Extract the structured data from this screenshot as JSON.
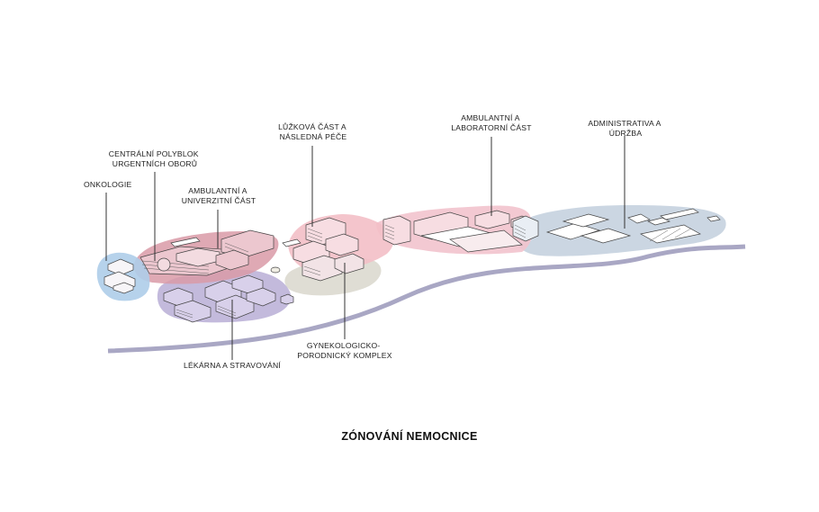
{
  "title": "ZÓNOVÁNÍ NEMOCNICE",
  "zones": [
    {
      "id": "onkologie",
      "label": [
        "ONKOLOGIE"
      ],
      "color": "#aecde9"
    },
    {
      "id": "centralni-polyblok",
      "label": [
        "CENTRÁLNÍ POLYBLOK",
        "URGENTNÍCH OBORŮ"
      ],
      "color": "#d99aa7"
    },
    {
      "id": "ambulantni-univerzitni",
      "label": [
        "AMBULANTNÍ A",
        "UNIVERZITNÍ ČÁST"
      ],
      "color": "#d99aa7"
    },
    {
      "id": "lekarna",
      "label": [
        "LÉKÁRNA A STRAVOVÁNÍ"
      ],
      "color": "#bdb3d8"
    },
    {
      "id": "luzkova",
      "label": [
        "LŮŽKOVÁ ČÁST A",
        "NÁSLEDNÁ PÉČE"
      ],
      "color": "#f3bfc7"
    },
    {
      "id": "gynekologicko",
      "label": [
        "GYNEKOLOGICKO-",
        "PORODNICKÝ KOMPLEX"
      ],
      "color": "#dcd9cf"
    },
    {
      "id": "ambulantni-laboratorni",
      "label": [
        "AMBULANTNÍ A",
        "LABORATORNÍ ČÁST"
      ],
      "color": "#f2c3cd"
    },
    {
      "id": "administrativa",
      "label": [
        "ADMINISTRATIVA A",
        "ÚDRŽBA"
      ],
      "color": "#c2cfdd"
    }
  ],
  "colors": {
    "road": "#a9a7c4",
    "line": "#333333"
  }
}
